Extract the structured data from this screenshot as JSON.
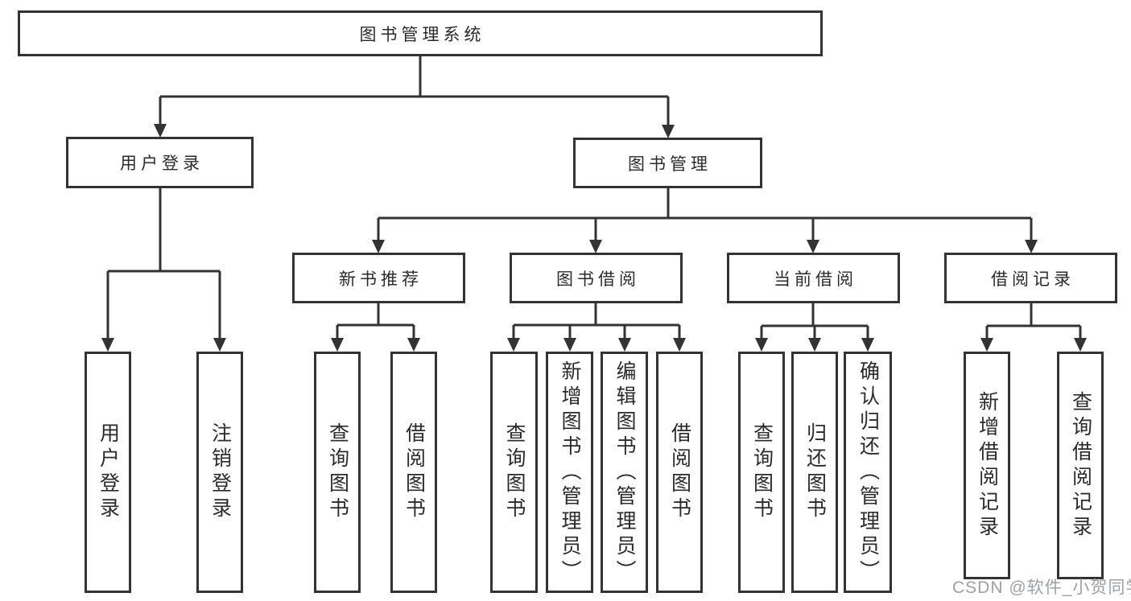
{
  "tree": {
    "root": {
      "label": "图书管理系统"
    },
    "user_login": {
      "label": "用户登录",
      "children": [
        {
          "label": "用户登录"
        },
        {
          "label": "注销登录"
        }
      ]
    },
    "book_management": {
      "label": "图书管理",
      "children": [
        {
          "label": "新书推荐",
          "children": [
            {
              "label": "查询图书"
            },
            {
              "label": "借阅图书"
            }
          ]
        },
        {
          "label": "图书借阅",
          "children": [
            {
              "label": "查询图书"
            },
            {
              "label": "新增图书（管理员）"
            },
            {
              "label": "编辑图书（管理员）"
            },
            {
              "label": "借阅图书"
            }
          ]
        },
        {
          "label": "当前借阅",
          "children": [
            {
              "label": "查询图书"
            },
            {
              "label": "归还图书"
            },
            {
              "label": "确认归还（管理员）"
            }
          ]
        },
        {
          "label": "借阅记录",
          "children": [
            {
              "label": "新增借阅记录"
            },
            {
              "label": "查询借阅记录"
            }
          ]
        }
      ]
    }
  },
  "watermark": "CSDN @软件_小贺同学",
  "colors": {
    "line": "#333333",
    "text": "#2b2b2b",
    "watermark": "#9da0a6",
    "background": "#ffffff"
  }
}
